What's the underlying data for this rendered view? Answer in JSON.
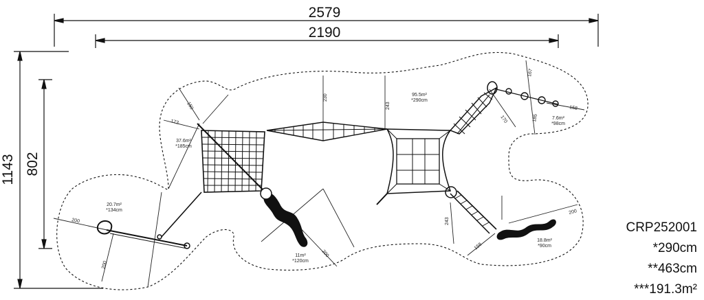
{
  "dimensions": {
    "overall_width": "2579",
    "inner_width": "2190",
    "overall_height": "1143",
    "inner_height": "802"
  },
  "zones": [
    {
      "area": "37.6m²",
      "height": "*185cm"
    },
    {
      "area": "95.5m²",
      "height": "*290cm"
    },
    {
      "area": "7.6m²",
      "height": "*98cm"
    },
    {
      "area": "20.7m²",
      "height": "*134cm"
    },
    {
      "area": "11m²",
      "height": "*120cm"
    },
    {
      "area": "18.8m²",
      "height": "*90cm"
    }
  ],
  "measures": [
    "150",
    "173",
    "230",
    "243",
    "167",
    "170",
    "185",
    "158",
    "200",
    "200",
    "200",
    "243",
    "158",
    "200"
  ],
  "info": {
    "code": "CRP252001",
    "height_1": "*290cm",
    "height_2": "**463cm",
    "area": "***191.3m²"
  }
}
